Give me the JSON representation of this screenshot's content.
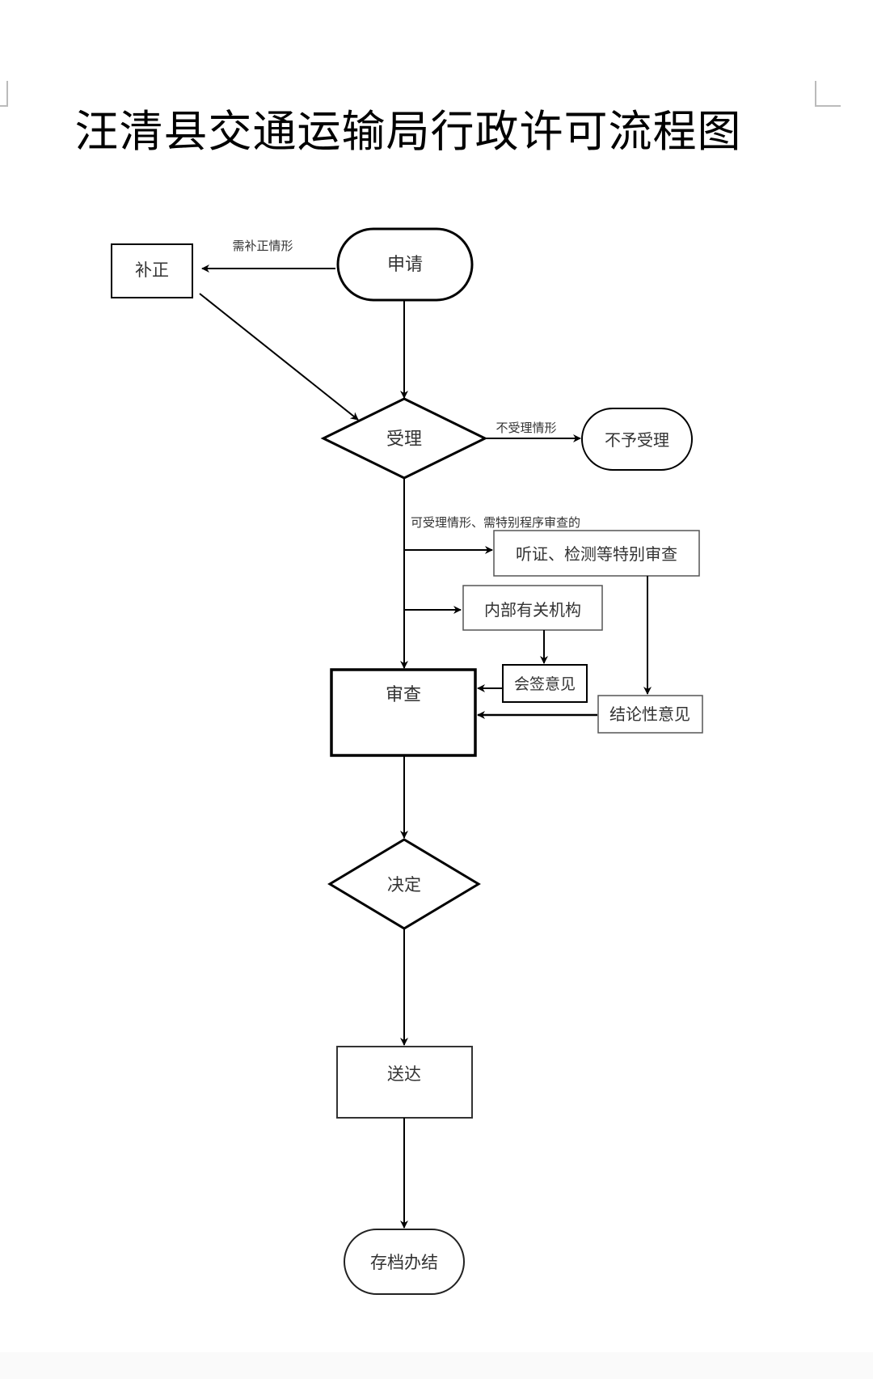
{
  "title": "汪清县交通运输局行政许可流程图",
  "nodes": {
    "apply": "申请",
    "supplement": "补正",
    "accept": "受理",
    "reject": "不予受理",
    "special_review": "听证、检测等特别审查",
    "internal_org": "内部有关机构",
    "countersign": "会签意见",
    "conclusion": "结论性意见",
    "review": "审查",
    "decision": "决定",
    "deliver": "送达",
    "archive": "存档办结"
  },
  "edges": {
    "need_supplement": "需补正情形",
    "not_accepted": "不受理情形",
    "special_procedure": "可受理情形、需特别程序审查的"
  }
}
